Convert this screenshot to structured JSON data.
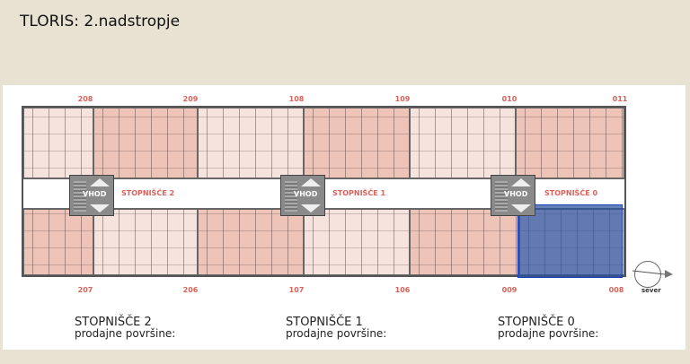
{
  "title": "TLORIS: 2.nadstropje",
  "rooms_top": [
    "208",
    "209",
    "108",
    "109",
    "010",
    "011"
  ],
  "rooms_bottom": [
    "207",
    "206",
    "107",
    "106",
    "009",
    "008"
  ],
  "entrance_label": "VHOD",
  "stairwells": [
    "STOPNIŠČE 2",
    "STOPNIŠČE 1",
    "STOPNIŠČE 0"
  ],
  "compass_label": "sever",
  "footer": [
    {
      "title": "STOPNIŠČE 2",
      "subtitle": "prodajne površine:"
    },
    {
      "title": "STOPNIŠČE 1",
      "subtitle": "prodajne površine:"
    },
    {
      "title": "STOPNIŠČE 0",
      "subtitle": "prodajne površine:"
    }
  ],
  "highlight_color": "#2850a0"
}
